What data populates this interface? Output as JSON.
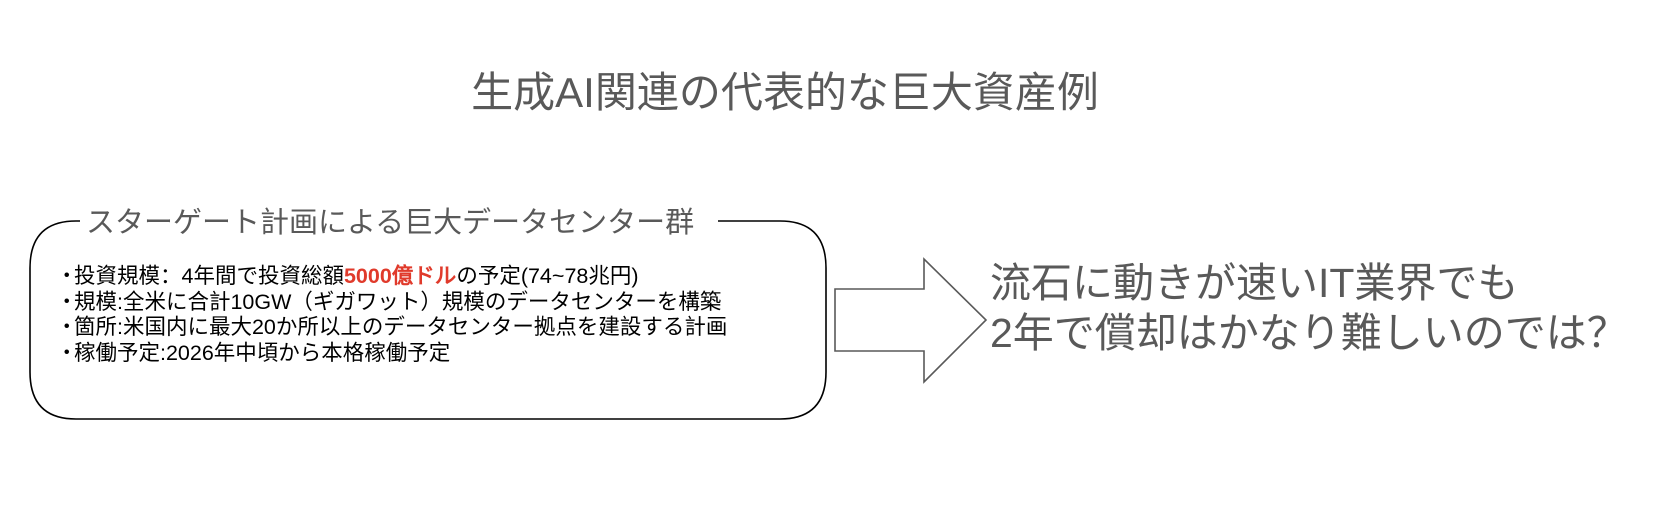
{
  "slide": {
    "title": "生成AI関連の代表的な巨大資産例"
  },
  "box": {
    "label": "スターゲート計画による巨大データセンター群",
    "bullet_symbol": "・",
    "items": [
      {
        "prefix": "投資規模：4年間で投資総額",
        "highlight": "5000億ドル",
        "suffix": "の予定(74~78兆円)"
      },
      {
        "prefix": "規模:全米に合計10GW（ギガワット）規模のデータセンターを構築",
        "highlight": "",
        "suffix": ""
      },
      {
        "prefix": "箇所:米国内に最大20か所以上のデータセンター拠点を建設する計画",
        "highlight": "",
        "suffix": ""
      },
      {
        "prefix": "稼働予定:2026年中頃から本格稼働予定",
        "highlight": "",
        "suffix": ""
      }
    ]
  },
  "arrow": {
    "icon": "right-arrow-icon"
  },
  "conclusion": {
    "line1": "流石に動きが速いIT業界でも",
    "line2": "2年で償却はかなり難しいのでは？"
  },
  "colors": {
    "title_text": "#595959",
    "body_text": "#000000",
    "highlight": "#e03a2b",
    "box_stroke": "#000000",
    "arrow_stroke": "#595959"
  }
}
